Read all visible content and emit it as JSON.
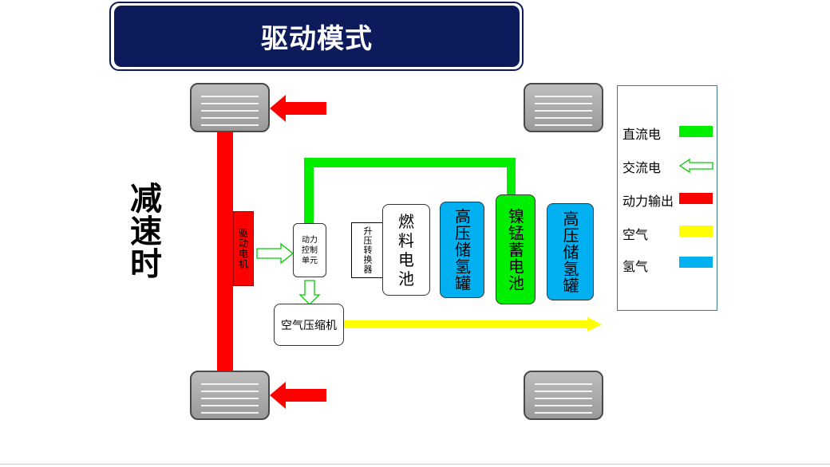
{
  "title": "驱动模式",
  "side_label": "减速时",
  "components": {
    "drive_motor": "驱动电机",
    "power_control_unit": "动力控制单元",
    "boost_converter": "升压转换器",
    "fuel_cell": "燃料电池",
    "hydrogen_tank_left": "高压储氢罐",
    "nimh_battery": "镍锰蓄电池",
    "hydrogen_tank_right": "高压储氢罐",
    "air_compressor": "空气压缩机"
  },
  "legend": [
    {
      "label": "直流电",
      "color": "#00ee00",
      "style": "solid"
    },
    {
      "label": "交流电",
      "color": "#00ee00",
      "style": "hollow-arrow"
    },
    {
      "label": "动力输出",
      "color": "#ff0000",
      "style": "solid"
    },
    {
      "label": "空气",
      "color": "#ffff00",
      "style": "solid"
    },
    {
      "label": "氢气",
      "color": "#00b0f0",
      "style": "solid"
    }
  ],
  "colors": {
    "title_bg": "#0d1a5c",
    "dc_green": "#00ee00",
    "power_red": "#ff0000",
    "air_yellow": "#ffff00",
    "hydrogen_blue": "#00b0f0"
  }
}
